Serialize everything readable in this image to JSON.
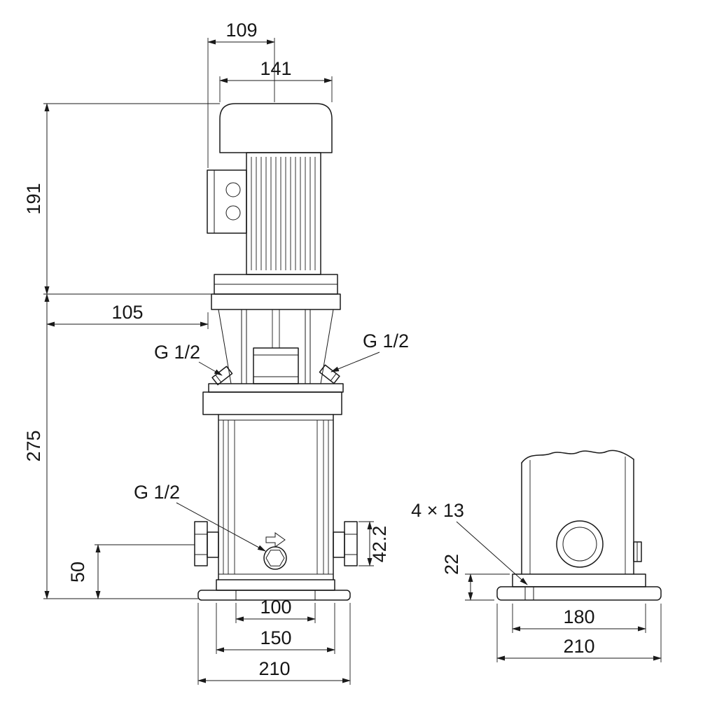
{
  "drawing": {
    "kind": "pump-dimensional-drawing",
    "line_color": "#1a1a1a",
    "background_color": "#ffffff"
  },
  "dims": {
    "d109": "109",
    "d141": "141",
    "d191": "191",
    "d105": "105",
    "d275": "275",
    "d50": "50",
    "d42_2": "42.2",
    "d100": "100",
    "d150": "150",
    "d210_front": "210",
    "d4x13": "4 × 13",
    "d22": "22",
    "d180": "180",
    "d210_side": "210",
    "g12_left": "G 1/2",
    "g12_right": "G 1/2",
    "g12_drain": "G 1/2"
  }
}
